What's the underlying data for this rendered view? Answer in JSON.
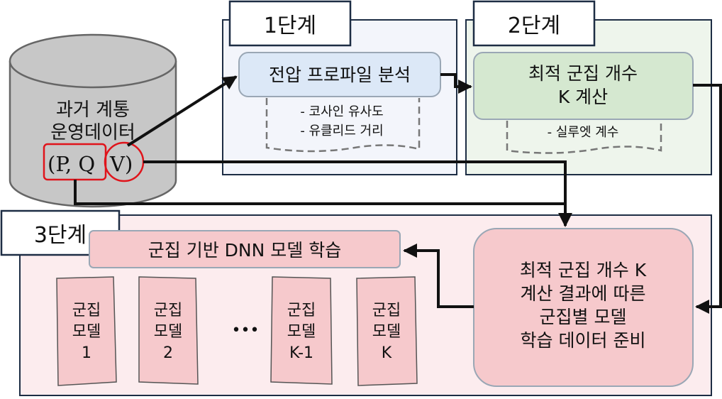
{
  "database": {
    "line1": "과거 계통",
    "line2": "운영데이터",
    "pq_label": "(P, Q",
    "v_label": "V)"
  },
  "stage1": {
    "tab": "1단계",
    "process": "전압 프로파일 분석",
    "notes": [
      "- 코사인 유사도",
      "- 유클리드 거리"
    ]
  },
  "stage2": {
    "tab": "2단계",
    "process_line1": "최적 군집 개수",
    "process_line2": "K 계산",
    "note": "- 실루엣 계수"
  },
  "stage3": {
    "tab": "3단계",
    "training": "군집 기반 DNN 모델 학습",
    "prep_lines": [
      "최적 군집 개수 K",
      "계산 결과에 따른",
      "군집별 모델",
      "학습 데이터 준비"
    ],
    "models": [
      {
        "line1": "군집",
        "line2": "모델",
        "line3": "1"
      },
      {
        "line1": "군집",
        "line2": "모델",
        "line3": "2"
      },
      {
        "line1": "군집",
        "line2": "모델",
        "line3": "K-1"
      },
      {
        "line1": "군집",
        "line2": "모델",
        "line3": "K"
      }
    ],
    "ellipsis": "•••"
  },
  "colors": {
    "stage1_bg": "#f3f5fb",
    "stage2_bg": "#eef5ec",
    "stage3_bg": "#fcecee",
    "process1_fill": "#dce8f7",
    "process2_fill": "#d5e8d0",
    "pink_fill": "#f6c9cc",
    "border_dark": "#1d2d44",
    "highlight_red": "#e0141b"
  }
}
